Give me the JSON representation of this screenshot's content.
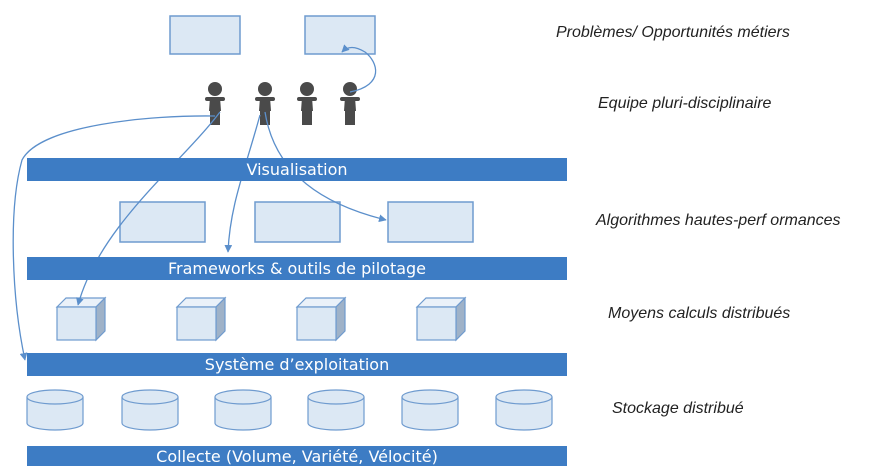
{
  "colors": {
    "bar": "#3d7cc4",
    "box_fill": "#dce8f4",
    "box_stroke": "#6f9bcf",
    "arrow": "#5b8fcb",
    "person": "#4a4a4a"
  },
  "bars": {
    "visualisation": "Visualisation",
    "frameworks": "Frameworks & outils de pilotage",
    "systeme": "Système d’exploitation",
    "collecte": "Collecte (Volume, Variété, Vélocité)"
  },
  "labels": {
    "problemes": "Problèmes/ Opportunités métiers",
    "equipe": "Equipe pluri-disciplinaire",
    "algorithmes": "Algorithmes hautes-perf ormances",
    "moyens": "Moyens calculs distribués",
    "stockage": "Stockage distribué"
  },
  "icons": {
    "person": "person-icon",
    "cube": "cube-icon",
    "disk": "database-icon"
  }
}
